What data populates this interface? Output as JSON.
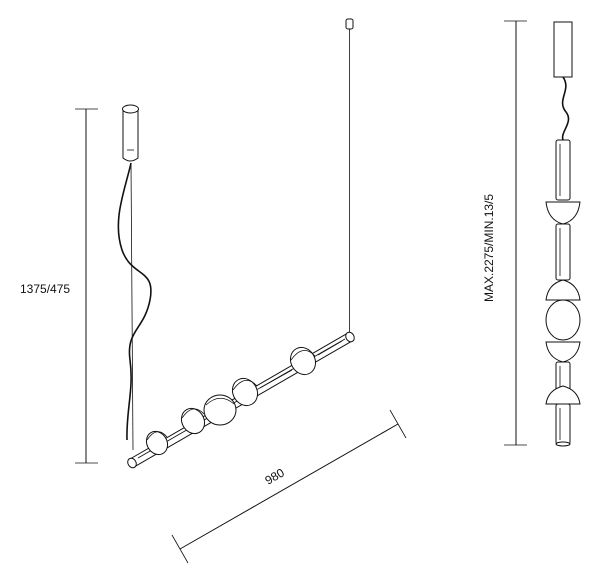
{
  "dimensions": {
    "height_label": "1375/475",
    "length_label": "980",
    "side_height_label": "MAX.2275/MIN.13/5"
  },
  "colors": {
    "line": "#111111",
    "background": "#ffffff"
  }
}
